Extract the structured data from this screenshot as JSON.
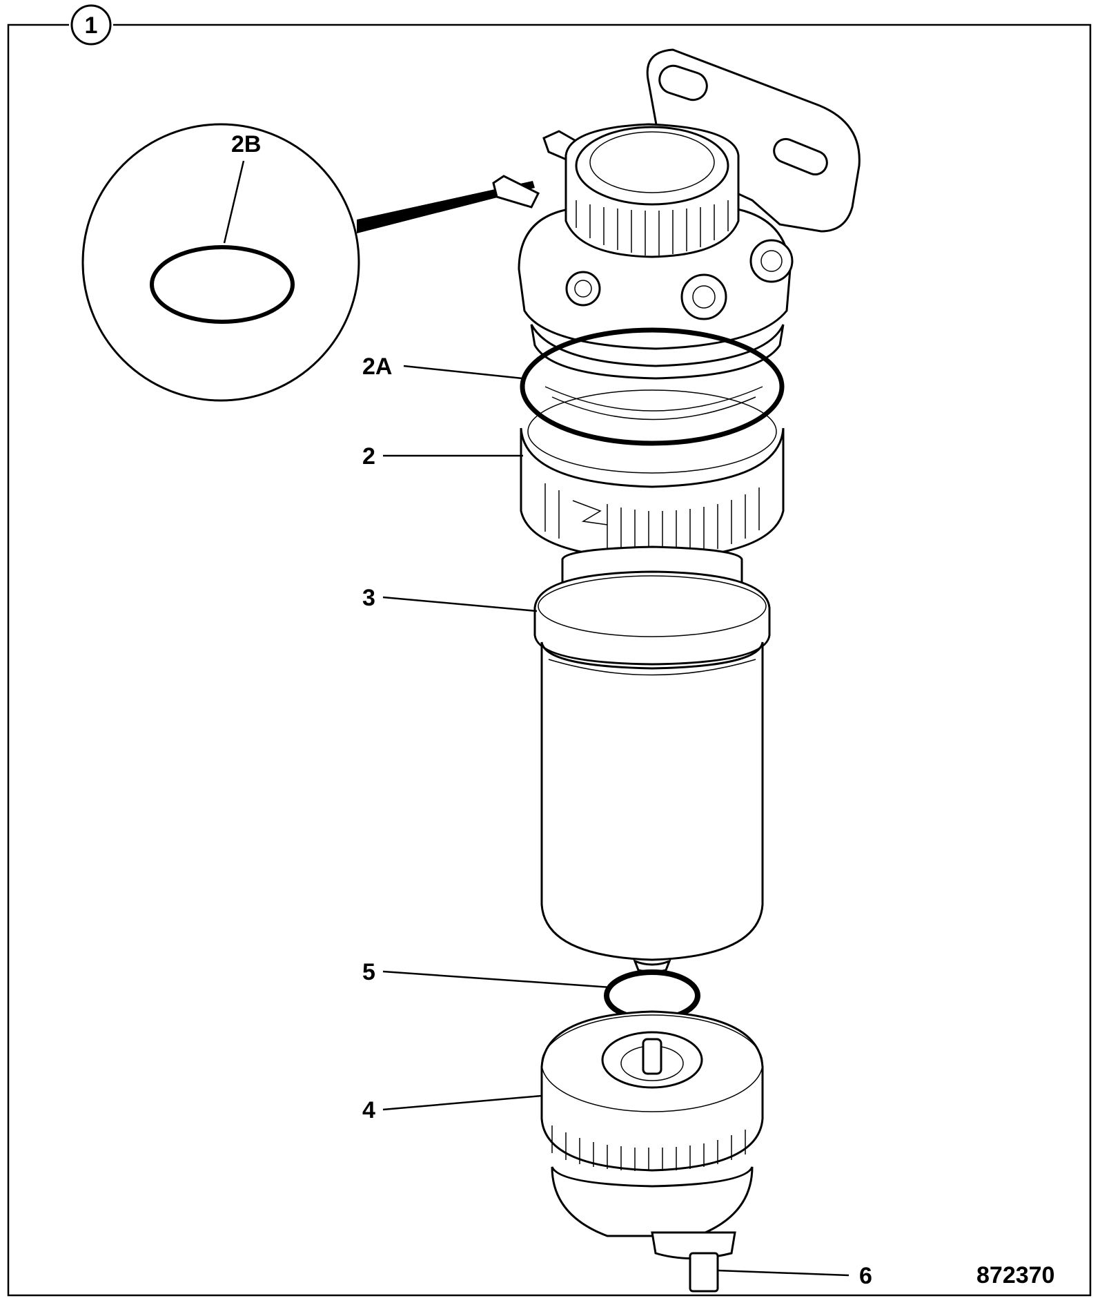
{
  "figure": {
    "number": "1",
    "drawing_id": "872370"
  },
  "callouts": [
    {
      "id": "2B",
      "text": "2B"
    },
    {
      "id": "2A",
      "text": "2A"
    },
    {
      "id": "2",
      "text": "2"
    },
    {
      "id": "3",
      "text": "3"
    },
    {
      "id": "5",
      "text": "5"
    },
    {
      "id": "4",
      "text": "4"
    },
    {
      "id": "6",
      "text": "6"
    }
  ]
}
